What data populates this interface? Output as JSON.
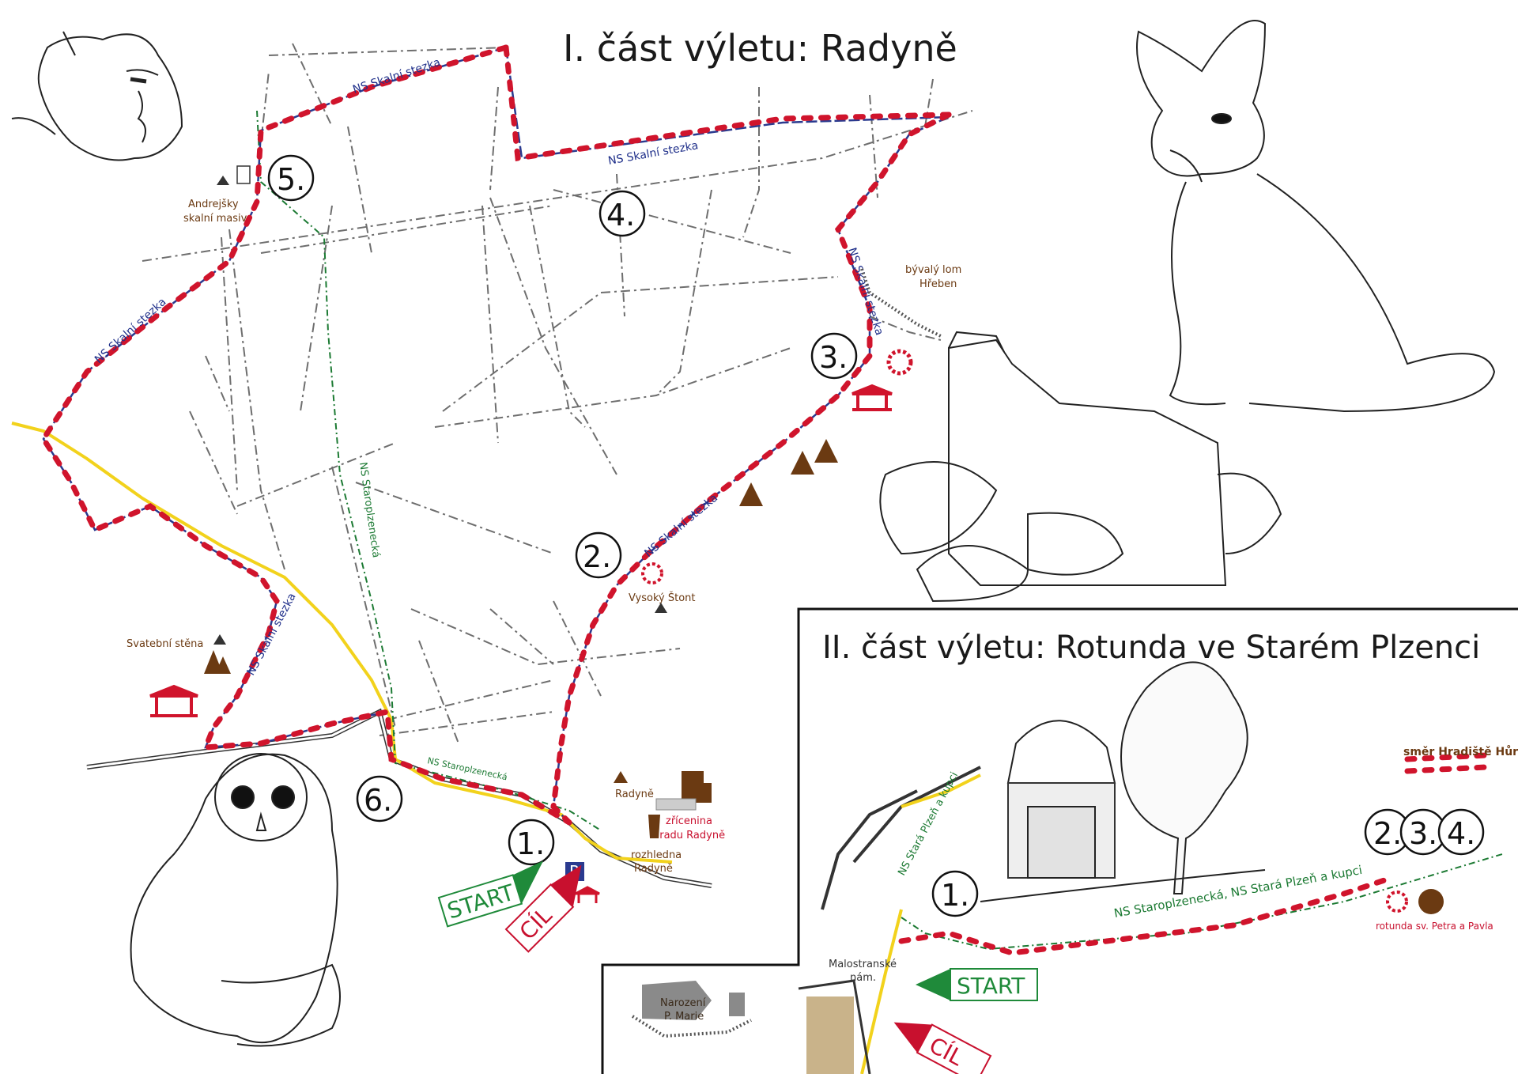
{
  "titles": {
    "part1": "I. část výletu: Radyně",
    "part2": "II. část výletu: Rotunda ve Starém Plzenci"
  },
  "trails": {
    "ns_skalni": "NS Skalní stezka",
    "ns_staroplzenecka": "NS Staroplzenecká",
    "ns_stara_plzen": "NS Stará Plzeň a kupci",
    "ns_combined": "NS Staroplzenecká, NS Stará Plzeň a kupci",
    "smer_hradiste": "směr Hradiště Hůrka"
  },
  "places": {
    "andrejsky_1": "Andrejšky",
    "andrejsky_2": "skalní masiv",
    "lom_1": "bývalý lom",
    "lom_2": "Hřeben",
    "vysoky_stont": "Vysoký Štont",
    "svatebni": "Svatební stěna",
    "radyne": "Radyně",
    "zricenina_1": "zřícenina",
    "zricenina_2": "hradu Radyně",
    "rozhledna_1": "rozhledna",
    "rozhledna_2": "Radyně",
    "narozeni_1": "Narození",
    "narozeni_2": "P. Marie",
    "malostranske_1": "Malostranské",
    "malostranske_2": "nám.",
    "rotunda": "rotunda sv. Petra a Pavla",
    "parking": "P"
  },
  "stops": {
    "s1": "1.",
    "s2": "2.",
    "s3": "3.",
    "s4": "4.",
    "s5": "5.",
    "s6": "6."
  },
  "part2_stops": {
    "s1": "1.",
    "s2": "2.",
    "s3": "3.",
    "s4": "4."
  },
  "signs": {
    "start": "START",
    "cil": "CÍL"
  },
  "colors": {
    "route_red": "#d0142c",
    "trail_blue": "#2a3a8f",
    "trail_green": "#1c7a33",
    "road_yellow": "#f2d21c",
    "poi_brown": "#6b3a12",
    "start_green": "#1f8a3a",
    "cil_red": "#c8102e"
  },
  "icons": [
    "parking-icon",
    "picnic-shelter-icon",
    "viewpoint-flower-icon",
    "rock-icon",
    "peak-icon",
    "signpost-icon",
    "castle-ruin-icon",
    "lookout-tower-icon",
    "church-icon",
    "cemetery-icon",
    "rotunda-icon"
  ]
}
